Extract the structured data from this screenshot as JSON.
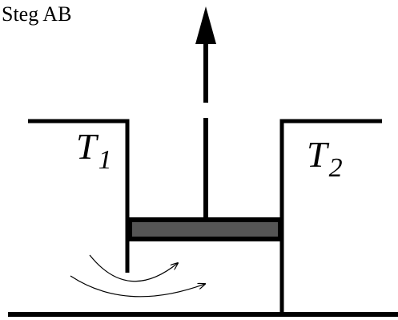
{
  "title": "Steg AB",
  "labels": {
    "left_temperature": {
      "symbol": "T",
      "subscript": "1"
    },
    "right_temperature": {
      "symbol": "T",
      "subscript": "2"
    }
  },
  "colors": {
    "line": "#000000",
    "piston_fill": "#555555",
    "background": "#ffffff"
  }
}
